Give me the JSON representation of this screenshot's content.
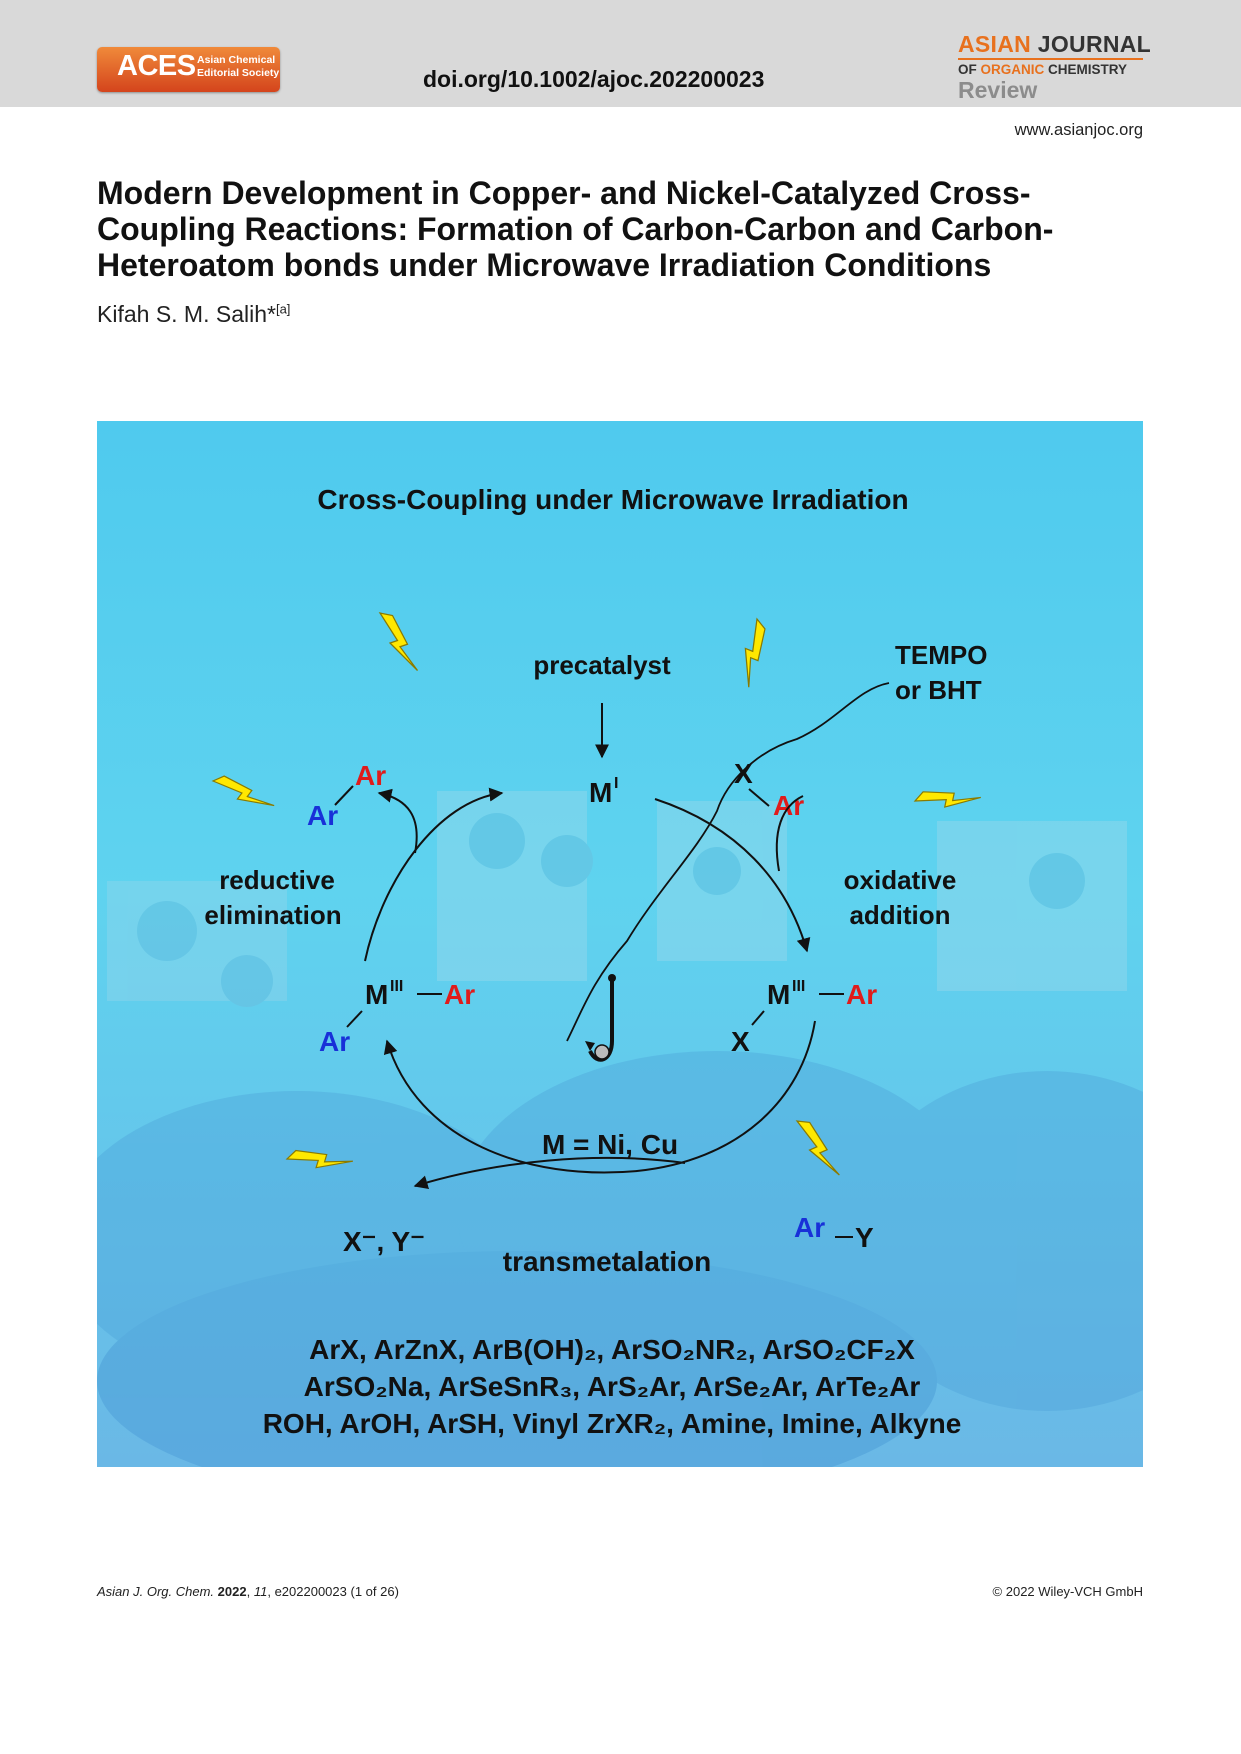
{
  "header": {
    "logo_main": "ACES",
    "logo_sub_1": "Asian Chemical",
    "logo_sub_2": "Editorial Society",
    "doi": "doi.org/10.1002/ajoc.202200023",
    "journal_word_1": "ASIAN",
    "journal_word_2": "JOURNAL",
    "journal_of": "OF",
    "journal_organic": "ORGANIC",
    "journal_chemistry": "CHEMISTRY",
    "article_type": "Review"
  },
  "website": "www.asianjoc.org",
  "article": {
    "title": "Modern Development in Copper- and Nickel-Catalyzed Cross-Coupling Reactions: Formation of Carbon-Carbon and Carbon-Heteroatom bonds under Microwave Irradiation Conditions",
    "author": "Kifah S. M. Salih*",
    "author_affiliation": "[a]"
  },
  "figure": {
    "heading": "Cross-Coupling under Microwave Irradiation",
    "precatalyst": "precatalyst",
    "inhibitor_line1": "TEMPO",
    "inhibitor_line2": "or BHT",
    "metal": "M",
    "ox_state_1": "I",
    "ox_state_3": "III",
    "aryl": "Ar",
    "halide": "X",
    "leaving_y": "Y",
    "reductive_line1": "reductive",
    "reductive_line2": "elimination",
    "oxidative_line1": "oxidative",
    "oxidative_line2": "addition",
    "metals": "M = Ni, Cu",
    "byproducts": "X⁻, Y⁻",
    "transmetalation": "transmetalation",
    "substrates_line1": "ArX, ArZnX, ArB(OH)₂, ArSO₂NR₂, ArSO₂CF₂X",
    "substrates_line2": "ArSO₂Na, ArSeSnR₃, ArS₂Ar, ArSe₂Ar, ArTe₂Ar",
    "substrates_line3": "ROH, ArOH, ArSH, Vinyl ZrXR₂, Amine, Imine, Alkyne",
    "colors": {
      "aryl_red": "#e01b1b",
      "aryl_blue": "#1830d8",
      "bolt": "#ffe800",
      "background": "#5cd0ee"
    },
    "icons": [
      "lightning-bolt-icon",
      "fishhook-icon"
    ]
  },
  "footer": {
    "journal_abbrev": "Asian J. Org. Chem.",
    "year": "2022",
    "volume": "11",
    "article_number": "e202200023",
    "pages": "(1 of 26)",
    "copyright": "© 2022 Wiley-VCH GmbH"
  }
}
